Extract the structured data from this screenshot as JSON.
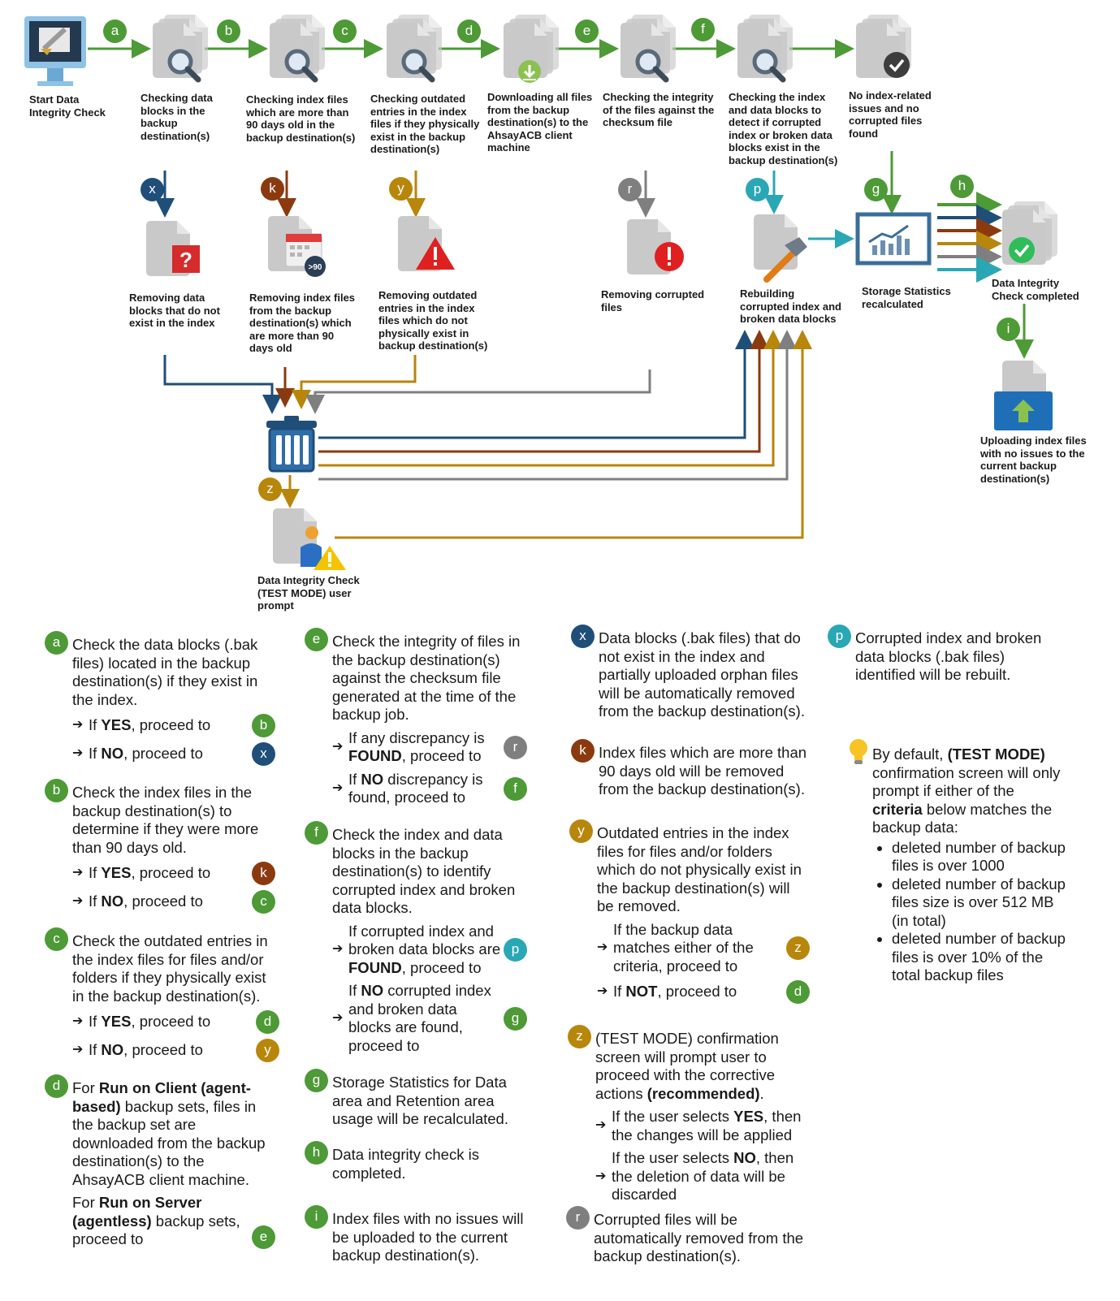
{
  "colors": {
    "green": "#4d9a36",
    "navy": "#1f4e79",
    "gold": "#b8860b",
    "brown": "#8b3a0f",
    "gray": "#7f7f7f",
    "teal": "#2aa7b5",
    "red": "#e02020"
  },
  "icons": {
    "start": "computer-monitor-icon",
    "check": "document-magnifier-icon",
    "download": "document-download-icon",
    "ok": "document-checkmark-icon",
    "question": "document-question-icon",
    "calendar": "document-calendar-icon",
    "warning": "document-warning-icon",
    "error": "document-error-icon",
    "rebuild": "document-hammer-icon",
    "stats": "chart-monitor-icon",
    "completed": "document-stack-check-icon",
    "upload": "document-upload-icon",
    "trash": "trash-bin-icon",
    "user": "document-user-warning-icon",
    "tip": "light-bulb-icon"
  },
  "flow": {
    "start": "Start Data\nIntegrity Check",
    "step_b": "Checking data\nblocks in the\nbackup\ndestination(s)",
    "step_c": "Checking index files\nwhich are more than\n90 days old in the\nbackup destination(s)",
    "step_d": "Checking outdated\nentries in the index\nfiles if they physically\nexist in the backup\ndestination(s)",
    "step_e": "Downloading all files\nfrom the backup\ndestination(s) to the\nAhsayACB client\nmachine",
    "step_f": "Checking the integrity\nof the files against the\nchecksum file",
    "step_g": "Checking the index\nand data blocks to\ndetect if corrupted\nindex or broken data\nblocks exist in the\nbackup destination(s)",
    "no_issues": "No index-related\nissues and no\ncorrupted files\nfound",
    "remove_x": "Removing data\nblocks that do not\nexist in the index",
    "remove_k": "Removing index files\nfrom the backup\ndestination(s) which\nare more than 90\ndays old",
    "remove_y": "Removing outdated\nentries in the index\nfiles which do not\nphysically exist in\nbackup destination(s)",
    "remove_r": "Removing corrupted\nfiles",
    "rebuild": "Rebuilding\ncorrupted index and\nbroken data blocks",
    "stats": "Storage Statistics\nrecalculated",
    "completed": "Data Integrity\nCheck completed",
    "upload": "Uploading index files\nwith no issues to the\ncurrent backup\ndestination(s)",
    "prompt": "Data Integrity Check\n(TEST MODE) user\nprompt",
    "calendar_badge": ">90",
    "badges": {
      "a": "a",
      "b": "b",
      "c": "c",
      "d": "d",
      "e": "e",
      "f": "f",
      "g": "g",
      "h": "h",
      "i": "i",
      "x": "x",
      "k": "k",
      "y": "y",
      "r": "r",
      "p": "p",
      "z": "z"
    }
  },
  "legend": {
    "a": {
      "text": "Check the data blocks (.bak files) located in the backup destination(s) if they exist in the index.",
      "yes_pre": "If ",
      "yes_word": "YES",
      "yes_post": ", proceed to",
      "no_pre": "If ",
      "no_word": "NO",
      "no_post": ", proceed to"
    },
    "b": {
      "text": "Check the index files in the backup destination(s) to determine if they were more than 90 days old.",
      "yes_pre": "If ",
      "yes_word": "YES",
      "yes_post": ", proceed to",
      "no_pre": "If ",
      "no_word": "NO",
      "no_post": ", proceed to"
    },
    "c": {
      "text": "Check the outdated entries in the index files for files and/or folders if they physically exist in the backup destination(s).",
      "yes_pre": "If ",
      "yes_word": "YES",
      "yes_post": ", proceed to",
      "no_pre": "If ",
      "no_word": "NO",
      "no_post": ", proceed to"
    },
    "d": {
      "pre1": "For ",
      "bold1": "Run on Client (agent-based)",
      "post1": " backup sets, files in the backup set are downloaded from the backup destination(s) to the AhsayACB client machine.",
      "pre2": "For ",
      "bold2": "Run on Server (agentless)",
      "post2": " backup sets, proceed to"
    },
    "e": {
      "text": "Check the integrity of files in the backup destination(s) against the checksum file generated at the time of the backup job.",
      "found_pre": "If any discrepancy is ",
      "found_word": "FOUND",
      "found_post": ", proceed to",
      "none_pre": "If ",
      "none_word": "NO",
      "none_post": " discrepancy is found, proceed to"
    },
    "f": {
      "text": "Check the index and data blocks in the backup destination(s) to identify corrupted index and broken data blocks.",
      "found_pre": "If corrupted index and broken data blocks are ",
      "found_word": "FOUND",
      "found_post": ", proceed to",
      "none_pre": "If ",
      "none_word": "NO",
      "none_post": " corrupted index and broken data blocks are found, proceed to"
    },
    "g": {
      "text": "Storage Statistics for Data area and Retention area usage will be recalculated."
    },
    "h": {
      "text": "Data integrity check is completed."
    },
    "i": {
      "text": "Index files with no issues will be uploaded to the current backup destination(s)."
    },
    "x": {
      "text": "Data blocks (.bak files) that do not exist in the index and partially uploaded orphan files will be automatically removed from the backup destination(s)."
    },
    "k": {
      "text": "Index files which are more than 90 days old will be removed from the backup destination(s)."
    },
    "y": {
      "text": "Outdated entries in the index files for files and/or folders which do not physically exist in the backup destination(s) will be removed.",
      "match": "If the backup data matches either of the criteria, proceed to",
      "not_pre": "If ",
      "not_word": "NOT",
      "not_post": ", proceed to"
    },
    "z": {
      "pre": "(TEST MODE) confirmation screen will prompt user to proceed with the corrective actions ",
      "bold": "(recommended)",
      "post": ".",
      "yes_pre": "If the user selects ",
      "yes_word": "YES",
      "yes_post": ", then the changes will be applied",
      "no_pre": "If the user selects ",
      "no_word": "NO",
      "no_post": ", then the deletion of data will be discarded"
    },
    "r": {
      "text": "Corrupted files will be automatically removed from the backup destination(s)."
    },
    "p": {
      "text": "Corrupted index and broken data blocks (.bak files) identified will be rebuilt."
    },
    "tip": {
      "pre": "By default, ",
      "bold1": "(TEST MODE)",
      "mid": " confirmation screen will only prompt if either of the ",
      "bold2": "criteria",
      "post": " below matches the backup data:",
      "items": [
        "deleted number of backup files is over 1000",
        "deleted number of backup files size is over 512 MB (in total)",
        "deleted number of backup files is over 10% of the total backup files"
      ]
    }
  }
}
